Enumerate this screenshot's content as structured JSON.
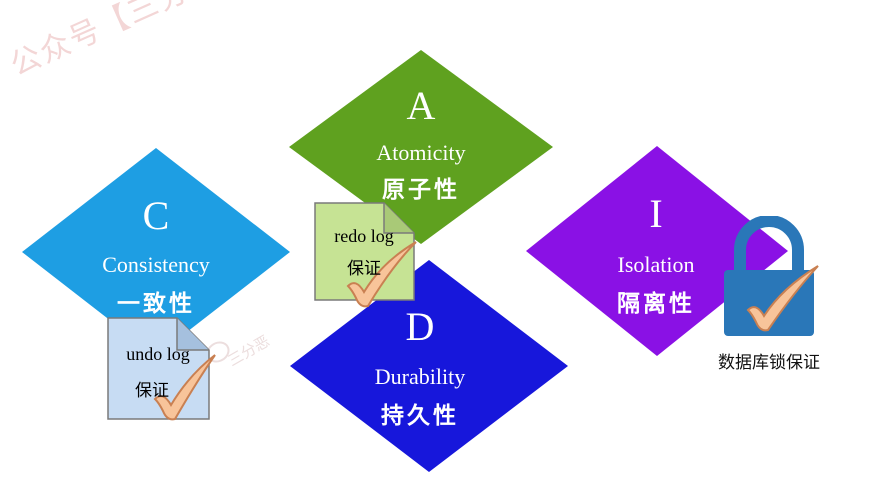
{
  "watermark": {
    "top_left": "公众号【三分恶】 ■",
    "center": "三分恶"
  },
  "colors": {
    "atomicity": "#5fa11f",
    "consistency": "#1e9ee3",
    "durability": "#1717db",
    "isolation": "#8a11e5",
    "doc_green": "#c6e394",
    "doc_blue": "#c7dcf3",
    "lock_blue": "#2a77b8",
    "check": "#f8c49a",
    "check_outline": "#c98052"
  },
  "diamonds": {
    "atomicity": {
      "letter": "A",
      "english": "Atomicity",
      "chinese": "原子性"
    },
    "consistency": {
      "letter": "C",
      "english": "Consistency",
      "chinese": "一致性"
    },
    "durability": {
      "letter": "D",
      "english": "Durability",
      "chinese": "持久性"
    },
    "isolation": {
      "letter": "I",
      "english": "Isolation",
      "chinese": "隔离性"
    }
  },
  "documents": {
    "redo": {
      "line1": "redo log",
      "line2": "保证",
      "icon": "document-check-icon"
    },
    "undo": {
      "line1": "undo log",
      "line2": "保证",
      "icon": "document-check-icon"
    }
  },
  "lock": {
    "caption": "数据库锁保证",
    "icon": "padlock-check-icon"
  }
}
